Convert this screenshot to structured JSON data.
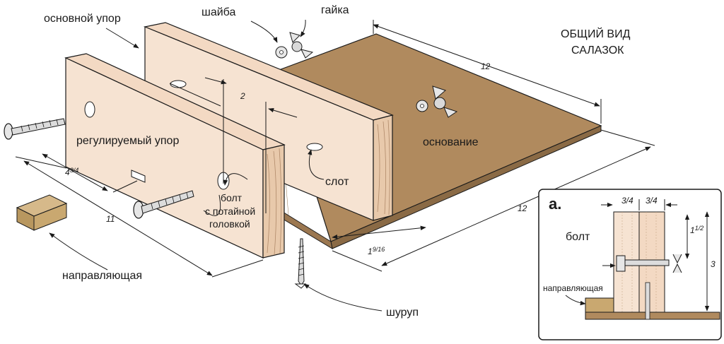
{
  "title": {
    "line1": "ОБЩИЙ ВИД",
    "line2": "САЛАЗОК"
  },
  "labels": {
    "main_fence": "основной упор",
    "washer": "шайба",
    "nut": "гайка",
    "adjustable_fence": "регулируемый упор",
    "base": "основание",
    "slot": "слот",
    "bolt_line1": "болт",
    "bolt_line2": "с потайной",
    "bolt_line3": "головкой",
    "guide": "направляющая",
    "screw": "шуруп"
  },
  "dimensions": {
    "base_width": "12",
    "base_depth": "12",
    "fence_length": "11",
    "slot_offset": "4",
    "slot_offset_frac": "3/4",
    "fence_spacing": "2",
    "edge_offset": "1",
    "edge_offset_frac": "9/16"
  },
  "inset": {
    "heading": "a.",
    "bolt_label": "болт",
    "guide_label": "направляющая",
    "dim_thickness_1": "3/4",
    "dim_thickness_2": "3/4",
    "dim_bolt_height": "1",
    "dim_bolt_height_frac": "1/2",
    "dim_total_height": "3"
  },
  "colors": {
    "wood": "#f3d9c3",
    "wood_edge": "#d9b99a",
    "base": "#b08a5e",
    "base_edge": "#8a6a45",
    "guide": "#c9a870",
    "line": "#1a1a1a"
  }
}
